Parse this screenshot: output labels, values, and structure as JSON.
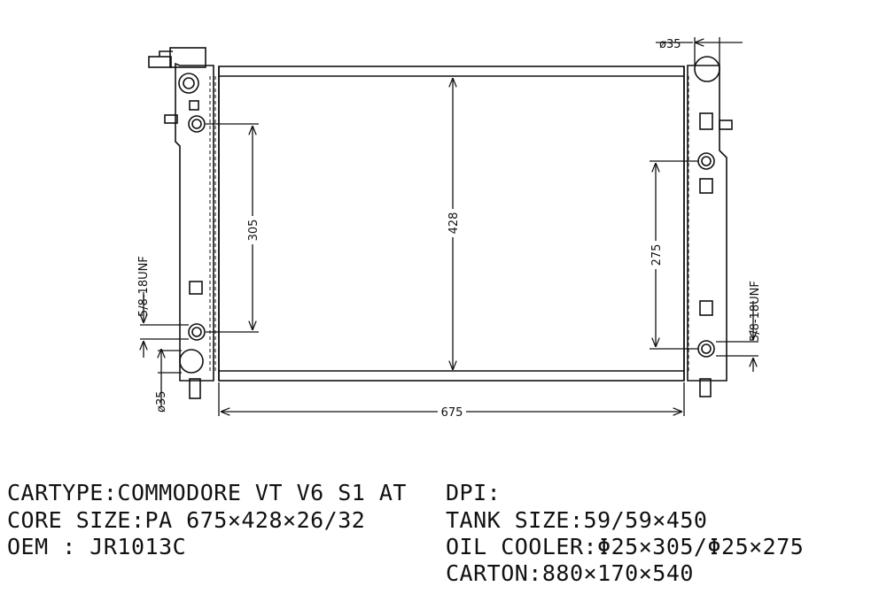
{
  "drawing": {
    "dimensions": {
      "core_width": "675",
      "core_height": "428",
      "left_cooler_spacing": "305",
      "right_cooler_spacing": "275",
      "left_pipe_diameter": "ø35",
      "right_pipe_diameter": "ø35",
      "left_thread": "5/8-18UNF",
      "right_thread": "5/8-18UNF"
    }
  },
  "specs": {
    "cartype": "CARTYPE:COMMODORE VT V6 S1 AT",
    "dpi": "DPI:",
    "core_size": "CORE SIZE:PA 675×428×26/32",
    "tank_size": "TANK SIZE:59/59×450",
    "oem": "OEM : JR1013C",
    "oil_cooler": "OIL COOLER:Φ25×305/Φ25×275",
    "carton": "CARTON:880×170×540"
  },
  "colors": {
    "line": "#111111",
    "background": "#ffffff"
  }
}
